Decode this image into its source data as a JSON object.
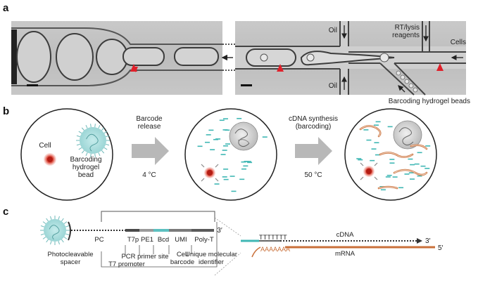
{
  "panels": {
    "a": {
      "letter": "a",
      "labels": {
        "oil_top": "Oil",
        "oil_bottom": "Oil",
        "rt_lysis": "RT/lysis\nreagents",
        "cells": "Cells",
        "barcoding_beads": "Barcoding hydrogel beads"
      }
    },
    "b": {
      "letter": "b",
      "labels": {
        "cell": "Cell",
        "bead": "Barcoding\nhydrogel\nbead",
        "barcode_release": "Barcode\nrelease",
        "temp1": "4 °C",
        "cdna_synthesis": "cDNA synthesis\n(barcoding)",
        "temp2": "50 °C"
      }
    },
    "c": {
      "letter": "c",
      "labels": {
        "pc": "PC",
        "t7p": "T7p",
        "pe1": "PE1",
        "bcd": "Bcd",
        "umi": "UMI",
        "polyt": "Poly-T",
        "three_prime_1": "3′",
        "photocleavable": "Photocleavable\nspacer",
        "t7promoter": "T7 promoter",
        "pcr_primer": "PCR primer site",
        "cell_barcode": "Cell\nbarcode",
        "umi_full": "Unique molecular\nidentifier",
        "ttt": "TTTTTTT",
        "aaa": "AAAAAAA",
        "cdna": "cDNA",
        "mrna": "mRNA",
        "three_prime_2": "3′",
        "five_prime": "5′"
      }
    }
  },
  "colors": {
    "arrow_red": "#e0202a",
    "bead_teal": "#a6dede",
    "dash_teal": "#3fb7b4",
    "mrna_orange": "#c9703a",
    "gray_arrow": "#b8b8b8",
    "cell_red": "#d83a2a"
  }
}
